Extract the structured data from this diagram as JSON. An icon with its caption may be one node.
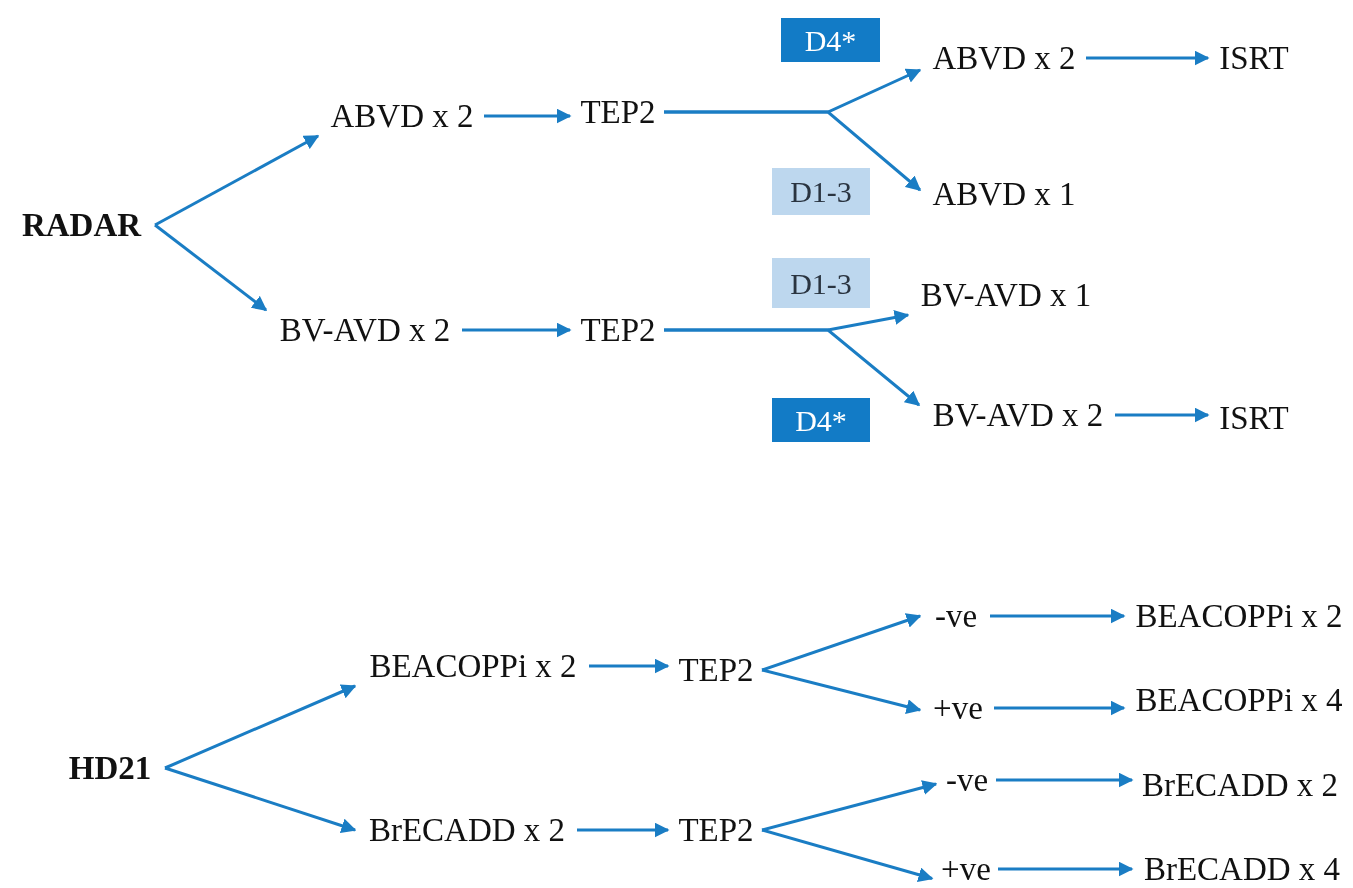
{
  "diagram": {
    "nodes": [
      {
        "text": [
          "RADAR"
        ]
      },
      {
        "text": [
          "ABVD x 2"
        ]
      },
      {
        "text": [
          "TEP2"
        ]
      },
      {
        "text": [
          "D4*"
        ]
      },
      {
        "text": [
          "ABVD x 2"
        ]
      },
      {
        "text": [
          "ISRT"
        ]
      },
      {
        "text": [
          "D1-3"
        ]
      },
      {
        "text": [
          "ABVD x 1"
        ]
      },
      {
        "text": [
          "BV-AVD x 2"
        ]
      },
      {
        "text": [
          "TEP2"
        ]
      },
      {
        "text": [
          "D1-3"
        ]
      },
      {
        "text": [
          "BV-AVD x 1"
        ]
      },
      {
        "text": [
          "D4*"
        ]
      },
      {
        "text": [
          "BV-AVD x 2"
        ]
      },
      {
        "text": [
          "ISRT"
        ]
      },
      {
        "text": [
          "HD21"
        ]
      },
      {
        "text": [
          "BEACOPPi x 2"
        ]
      },
      {
        "text": [
          "TEP2"
        ]
      },
      {
        "text": [
          "-ve"
        ]
      },
      {
        "text": [
          "BEACOPPi x 2"
        ]
      },
      {
        "text": [
          "+ve"
        ]
      },
      {
        "text": [
          "BEACOPPi x 4"
        ]
      },
      {
        "text": [
          "BrECADD x 2"
        ]
      },
      {
        "text": [
          "TEP2"
        ]
      },
      {
        "text": [
          "-ve"
        ]
      },
      {
        "text": [
          "BrECADD x 2"
        ]
      },
      {
        "text": [
          "+ve"
        ]
      },
      {
        "text": [
          "BrECADD x 4"
        ]
      }
    ],
    "edges": [
      {
        "from": 0,
        "to": 1,
        "arrow": "to"
      },
      {
        "from": 0,
        "to": 8,
        "arrow": "to"
      },
      {
        "from": 1,
        "to": 2,
        "arrow": "to"
      },
      {
        "from": 2,
        "to": 4,
        "arrow": "to"
      },
      {
        "from": 2,
        "to": 7,
        "arrow": "to"
      },
      {
        "from": 4,
        "to": 5,
        "arrow": "to"
      },
      {
        "from": 8,
        "to": 9,
        "arrow": "to"
      },
      {
        "from": 9,
        "to": 11,
        "arrow": "to"
      },
      {
        "from": 9,
        "to": 13,
        "arrow": "to"
      },
      {
        "from": 13,
        "to": 14,
        "arrow": "to"
      },
      {
        "from": 15,
        "to": 16,
        "arrow": "to"
      },
      {
        "from": 15,
        "to": 22,
        "arrow": "to"
      },
      {
        "from": 16,
        "to": 17,
        "arrow": "to"
      },
      {
        "from": 17,
        "to": 18,
        "arrow": "to"
      },
      {
        "from": 17,
        "to": 20,
        "arrow": "to"
      },
      {
        "from": 18,
        "to": 19,
        "arrow": "to"
      },
      {
        "from": 20,
        "to": 21,
        "arrow": "to"
      },
      {
        "from": 22,
        "to": 23,
        "arrow": "to"
      },
      {
        "from": 23,
        "to": 24,
        "arrow": "to"
      },
      {
        "from": 23,
        "to": 26,
        "arrow": "to"
      },
      {
        "from": 24,
        "to": 25,
        "arrow": "to"
      },
      {
        "from": 26,
        "to": 27,
        "arrow": "to"
      }
    ]
  }
}
